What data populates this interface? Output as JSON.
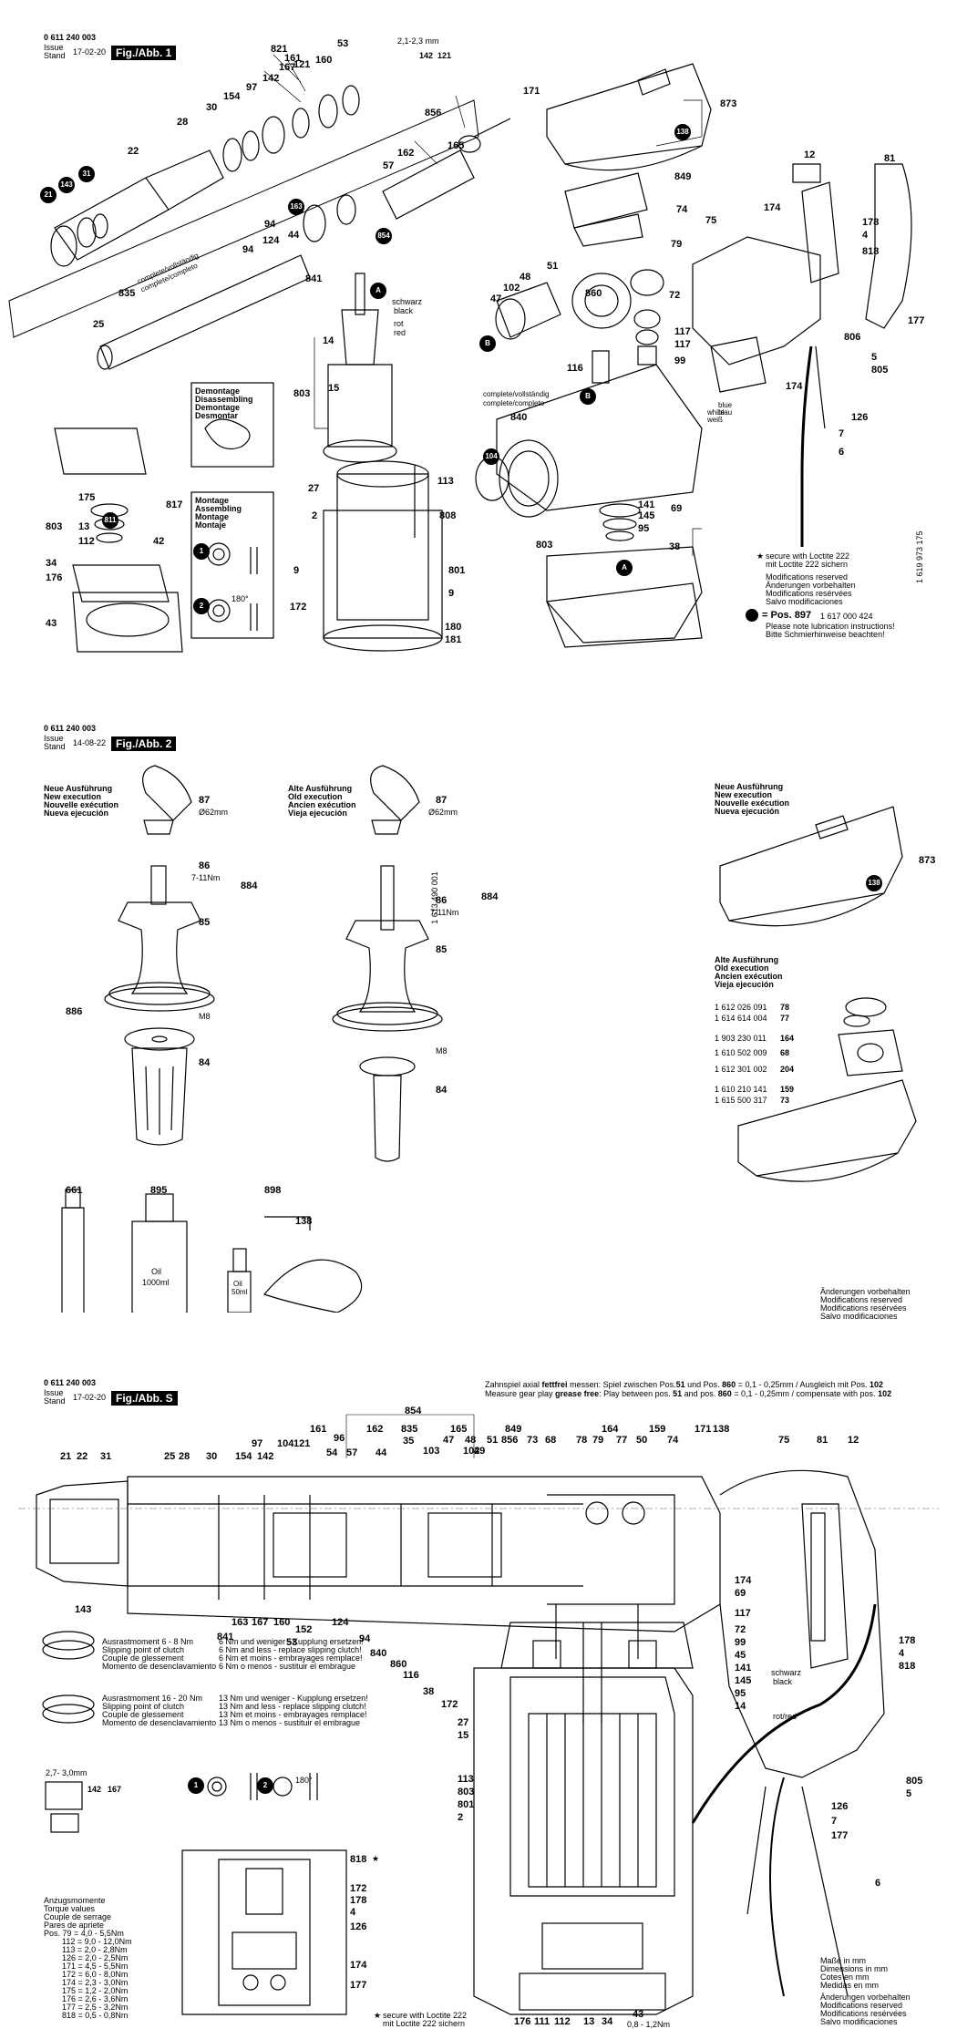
{
  "doc_no": "0 611 240 003",
  "issue_label": "Issue",
  "stand_label": "Stand",
  "sheets": [
    {
      "date": "17-02-20",
      "fig": "Fig./Abb. 1"
    },
    {
      "date": "14-08-22",
      "fig": "Fig./Abb. 2"
    },
    {
      "date": "17-02-20",
      "fig": "Fig./Abb. S"
    }
  ],
  "sheet1": {
    "labels": [
      "821",
      "53",
      "161",
      "167",
      "160",
      "121",
      "142",
      "97",
      "154",
      "30",
      "28",
      "22",
      "856",
      "165",
      "162",
      "57",
      "163",
      "94",
      "44",
      "124",
      "94",
      "854",
      "841",
      "21",
      "143",
      "31",
      "835",
      "complete/vollständig",
      "complete/completo",
      "25",
      "schwarz",
      "black",
      "rot",
      "red",
      "14",
      "803",
      "15",
      "27",
      "2",
      "113",
      "9",
      "172",
      "801",
      "808",
      "9",
      "180",
      "181",
      "175",
      "817",
      "803",
      "13",
      "112",
      "42",
      "811",
      "34",
      "176",
      "43",
      "171",
      "873",
      "138",
      "849",
      "74",
      "79",
      "12",
      "81",
      "174",
      "75",
      "178",
      "4",
      "818",
      "177",
      "51",
      "48",
      "102",
      "47",
      "860",
      "72",
      "117",
      "117",
      "99",
      "116",
      "806",
      "5",
      "805",
      "126",
      "7",
      "6",
      "174",
      "B",
      "B",
      "complete/vollständig",
      "complete/completo",
      "840",
      "104",
      "141",
      "145",
      "95",
      "803",
      "69",
      "38",
      "A",
      "A",
      "white",
      "weiß",
      "blue",
      "blau",
      "2,1-2,3 mm",
      "142",
      "121"
    ],
    "demontage": [
      "Demontage",
      "Disassembling",
      "Demontage",
      "Desmontar"
    ],
    "montage": [
      "Montage",
      "Assembling",
      "Montage",
      "Montaje"
    ],
    "angle": "180°",
    "loctite": [
      "secure with Loctite 222",
      "mit Loctite 222 sichern"
    ],
    "mods": [
      "Modifications reserved",
      "Änderungen vorbehalten",
      "Modifications resérvées",
      "Salvo modificaciones"
    ],
    "pos_line": "= Pos. 897",
    "pos_part": "1 617 000 424",
    "lube": [
      "Please note lubrication instructions!",
      "Bitte Schmierhinweise beachten!"
    ],
    "side_no": "1 619 973 175"
  },
  "sheet2": {
    "new_exec": [
      "Neue Ausführung",
      "New execution",
      "Nouvelle exécution",
      "Nueva ejecución"
    ],
    "old_exec": [
      "Alte Ausführung",
      "Old execution",
      "Ancien exécution",
      "Vieja ejecución"
    ],
    "left_labels": [
      "87",
      "Ø62mm",
      "86",
      "7-11Nm",
      "884",
      "85",
      "886",
      "M8",
      "84"
    ],
    "mid_labels": [
      "87",
      "Ø62mm",
      "1 613 490 001",
      "86",
      "7-11Nm",
      "884",
      "85",
      "M8",
      "84"
    ],
    "right_top": [
      "873",
      "138"
    ],
    "old_parts": [
      {
        "part": "1 612 026 091",
        "pos": "78"
      },
      {
        "part": "1 614 614 004",
        "pos": "77"
      },
      {
        "part": "1 903 230 011",
        "pos": "164"
      },
      {
        "part": "1 610 502 009",
        "pos": "68"
      },
      {
        "part": "1 612 301 002",
        "pos": "204"
      },
      {
        "part": "1 610 210 141",
        "pos": "159"
      },
      {
        "part": "1 615 500 317",
        "pos": "73"
      }
    ],
    "bottom": [
      "661",
      "895",
      "898",
      "138"
    ],
    "oil_big": [
      "Oil",
      "1000ml"
    ],
    "oil_small": [
      "Oil",
      "50ml"
    ],
    "mods": [
      "Änderungen vorbehalten",
      "Modifications reserved",
      "Modifications resérvées",
      "Salvo modificaciones"
    ]
  },
  "sheet3": {
    "axial_de": [
      "Zahnspiel axial ",
      "fettfrei",
      " messen: Spiel zwischen Pos.",
      "51",
      " und Pos. ",
      "860",
      " = 0,1 - 0,25mm / Ausgleich mit Pos. ",
      "102"
    ],
    "axial_en": [
      "Measure gear play ",
      "grease free",
      ": Play between pos. ",
      "51",
      " and pos. ",
      "860",
      " = 0,1 - 0,25mm / compensate with pos. ",
      "102"
    ],
    "top_labels": [
      "854",
      "161",
      "165",
      "96",
      "162",
      "835",
      "35",
      "103",
      "47",
      "48",
      "102",
      "849",
      "856",
      "73",
      "68",
      "78",
      "79",
      "164",
      "77",
      "50",
      "159",
      "74",
      "171",
      "138",
      "75",
      "81",
      "12",
      "21",
      "22",
      "31",
      "25",
      "28",
      "30",
      "97",
      "154",
      "142",
      "104",
      "121",
      "54",
      "57",
      "44",
      "51",
      "49"
    ],
    "left_labels": [
      "143",
      "163",
      "167",
      "160",
      "841",
      "152",
      "53",
      "124",
      "94",
      "840",
      "860",
      "116",
      "38",
      "172",
      "27",
      "15",
      "113",
      "803",
      "801",
      "2"
    ],
    "right_labels": [
      "174",
      "69",
      "117",
      "72",
      "99",
      "45",
      "141",
      "145",
      "95",
      "14",
      "178",
      "4",
      "818",
      "805",
      "5",
      "126",
      "7",
      "177",
      "6"
    ],
    "wires": [
      "schwarz",
      "black",
      "rot/red"
    ],
    "ausr1": [
      "Ausrastmoment 6 - 8 Nm",
      "Slipping point of clutch",
      "Couple de glessement",
      "Momento de desenclavamiento"
    ],
    "ausr1b": [
      "6 Nm und weniger - Kupplung ersetzen!",
      "6 Nm and less - replace slipping clutch!",
      "6 Nm et moins - embrayages remplace!",
      "6 Nm o menos - sustituir el embrague"
    ],
    "ausr2": [
      "Ausrastmoment 16 - 20 Nm",
      "Slipping point of clutch",
      "Couple de glessement",
      "Momento de desenclavamiento"
    ],
    "ausr2b": [
      "13 Nm und weniger - Kupplung ersetzen!",
      "13 Nm and less - replace slipping clutch!",
      "13 Nm et moins - embrayages remplace!",
      "13 Nm o menos - sustituir el embrague"
    ],
    "gap": [
      "2,7- 3,0mm",
      "142",
      "167"
    ],
    "angle": "180°",
    "torque_head": [
      "Anzugsmomente",
      "Torque values",
      "Couple de serrage",
      "Pares de apriete"
    ],
    "torques": [
      {
        "pos": "Pos.  79",
        "val": "= 4,0 - 5,5Nm"
      },
      {
        "pos": "112",
        "val": "= 9,0 - 12,0Nm"
      },
      {
        "pos": "113",
        "val": "= 2,0 - 2,8Nm"
      },
      {
        "pos": "126",
        "val": "= 2,0 - 2,5Nm"
      },
      {
        "pos": "171",
        "val": "= 4,5 - 5,5Nm"
      },
      {
        "pos": "172",
        "val": "= 6,0 - 8,0Nm"
      },
      {
        "pos": "174",
        "val": "= 2,3 - 3,0Nm"
      },
      {
        "pos": "175",
        "val": "= 1,2 - 2,0Nm"
      },
      {
        "pos": "176",
        "val": "= 2,6 - 3,6Nm"
      },
      {
        "pos": "177",
        "val": "= 2,5 - 3,2Nm"
      },
      {
        "pos": "818",
        "val": "= 0,5 - 0,8Nm"
      }
    ],
    "detail_labels": [
      "818",
      "172",
      "178",
      "4",
      "126",
      "174",
      "177"
    ],
    "bottom_labels": [
      "176",
      "111",
      "112",
      "13",
      "34",
      "43",
      "0,8 - 1,2Nm"
    ],
    "loctite": [
      "secure with Loctite 222",
      "mit Loctite 222 sichern"
    ],
    "dims": [
      "Maße in mm",
      "Dimensions in mm",
      "Cotes en mm",
      "Medidas en mm"
    ],
    "mods": [
      "Änderungen vorbehalten",
      "Modifications reserved",
      "Modifications resérvées",
      "Salvo modificaciones"
    ]
  }
}
